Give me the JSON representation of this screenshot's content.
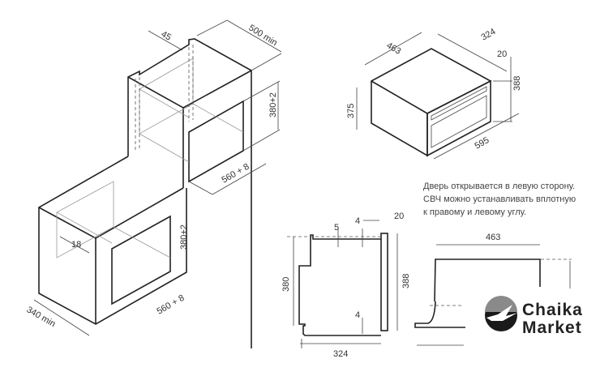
{
  "iso_view": {
    "upper": {
      "depth_step": "45",
      "depth": "500 min",
      "height": "380+2",
      "width": "560 + 8"
    },
    "lower": {
      "offset": "18",
      "height": "380+2",
      "width": "560 + 8",
      "depth": "340 min"
    }
  },
  "appliance_view": {
    "depth": "463",
    "width_top": "324",
    "front_panel": "20",
    "height": "388",
    "body_height": "375",
    "width": "595"
  },
  "side_view": {
    "top_gap": "5",
    "gap_top": "4",
    "panel": "20",
    "body_height": "380",
    "height": "388",
    "gap_bottom": "4",
    "depth": "324"
  },
  "front_view": {
    "depth": "463"
  },
  "note": {
    "lines": [
      "Дверь открывается в левую сторону.",
      "СВЧ можно устанавливать вплотную",
      "к правому и левому углу."
    ]
  },
  "logo": {
    "line1": "Chaika",
    "line2": "Market",
    "text": "Chaika Market"
  }
}
